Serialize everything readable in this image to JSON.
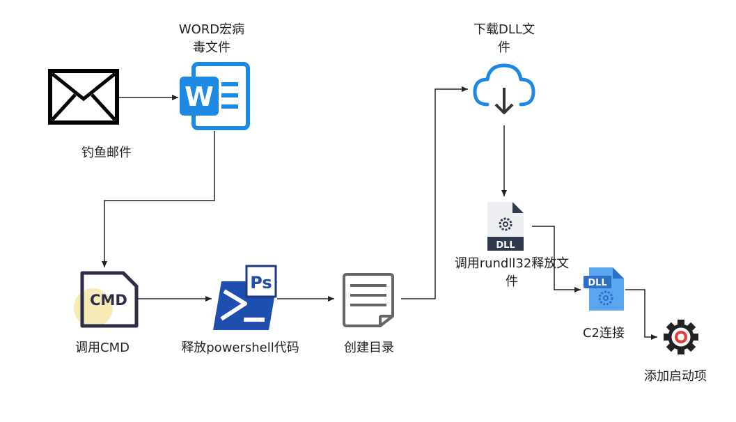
{
  "nodes": {
    "email": {
      "label": "钓鱼邮件",
      "icon": "envelope-icon"
    },
    "word": {
      "label_line1": "WORD宏病",
      "label_line2": "毒文件",
      "icon_text": "W",
      "icon": "word-document-icon",
      "color": "#1E88E5"
    },
    "cmd": {
      "label": "调用CMD",
      "icon_text": "CMD",
      "icon": "cmd-file-icon",
      "color": "#2D2D4A",
      "accent": "#F6E7A8"
    },
    "powershell": {
      "label": "释放powershell代码",
      "icon_text": "Ps",
      "icon": "powershell-icon",
      "color": "#1F4FAE"
    },
    "directory": {
      "label": "创建目录",
      "icon": "document-lines-icon",
      "color": "#666666"
    },
    "download": {
      "label_line1": "下载DLL文",
      "label_line2": "件",
      "icon": "cloud-download-icon",
      "color": "#1E88E5"
    },
    "dll_gray": {
      "label_line1": "调用rundll32释放文",
      "label_line2": "件",
      "icon_text": "DLL",
      "icon": "dll-file-gray-icon",
      "color": "#2F3B4C"
    },
    "dll_blue": {
      "label": "C2连接",
      "icon_text": "DLL",
      "icon": "dll-file-blue-icon",
      "color": "#3A8EE6"
    },
    "startup": {
      "label": "添加启动项",
      "icon": "gear-icon",
      "accent": "#E53935"
    }
  }
}
